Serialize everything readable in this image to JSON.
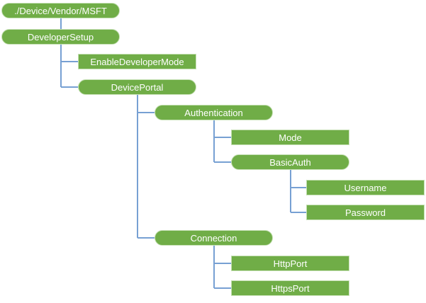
{
  "colors": {
    "background": "#ffffff",
    "node_fill": "#70ad47",
    "node_border": "#c5e0b4",
    "node_text": "#ffffff",
    "connector": "#77a0d3"
  },
  "tree": {
    "label": "./Device/Vendor/MSFT",
    "shape": "pill",
    "children": [
      {
        "label": "DeveloperSetup",
        "shape": "pill",
        "children": [
          {
            "label": "EnableDeveloperMode",
            "shape": "rect"
          },
          {
            "label": "DevicePortal",
            "shape": "pill",
            "children": [
              {
                "label": "Authentication",
                "shape": "pill",
                "children": [
                  {
                    "label": "Mode",
                    "shape": "rect"
                  },
                  {
                    "label": "BasicAuth",
                    "shape": "pill",
                    "children": [
                      {
                        "label": "Username",
                        "shape": "rect"
                      },
                      {
                        "label": "Password",
                        "shape": "rect"
                      }
                    ]
                  }
                ]
              },
              {
                "label": "Connection",
                "shape": "pill",
                "children": [
                  {
                    "label": "HttpPort",
                    "shape": "rect"
                  },
                  {
                    "label": "HttpsPort",
                    "shape": "rect"
                  }
                ]
              }
            ]
          }
        ]
      }
    ]
  }
}
